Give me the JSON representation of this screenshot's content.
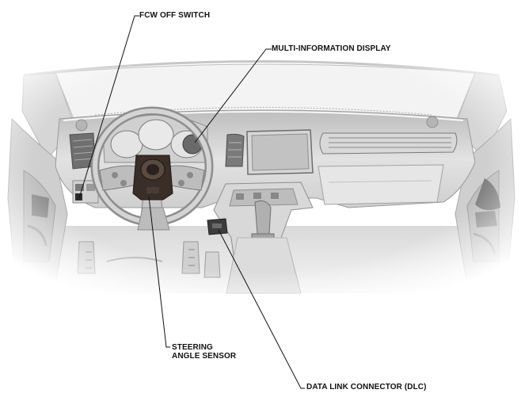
{
  "callouts": {
    "fcw_off_switch": "FCW OFF SWITCH",
    "multi_information_display": "MULTI-INFORMATION DISPLAY",
    "steering_angle_sensor_line1": "STEERING",
    "steering_angle_sensor_line2": "ANGLE SENSOR",
    "data_link_connector": "DATA LINK CONNECTOR (DLC)"
  },
  "colors": {
    "line": "#111111",
    "interior_light": "#ececec",
    "interior_mid": "#c8c8c8",
    "interior_dark": "#8a8a8a",
    "sensor": "#3a2e28"
  }
}
